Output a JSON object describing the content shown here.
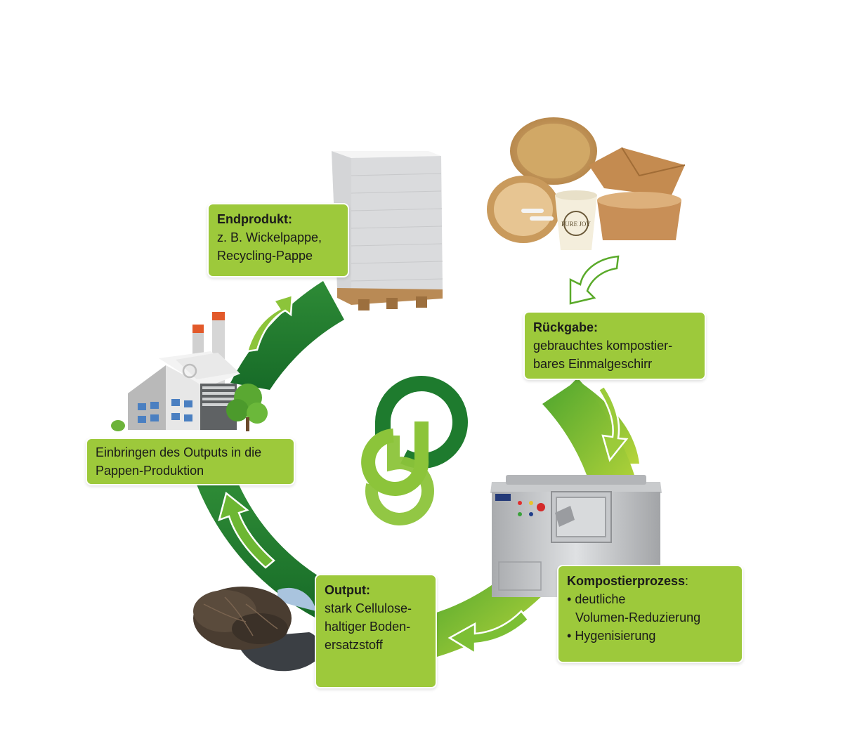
{
  "steps": {
    "rueckgabe": {
      "title": "Rückgabe:",
      "lines": [
        "gebrauchtes kompostier-",
        "bares Einmalgeschirr"
      ]
    },
    "kompost": {
      "title": "Kompostierprozess",
      "title_suffix": ":",
      "bullets": [
        "deutliche",
        "Volumen-Reduzierung",
        "Hygenisierung"
      ]
    },
    "output": {
      "title": "Output:",
      "lines": [
        "stark Cellulose-",
        "haltiger Boden-",
        "ersatzstoff"
      ]
    },
    "einbringen": {
      "lines": [
        "Einbringen des Outputs in die",
        "Pappen-Produktion"
      ]
    },
    "endprodukt": {
      "title": "Endprodukt:",
      "lines": [
        "z. B. Wickelpappe,",
        "Recycling-Pappe"
      ]
    }
  },
  "product_labels": {
    "cup_text": "PURE JOY"
  },
  "colors": {
    "dark_green": "#1e7b2e",
    "mid_green": "#3f9a2e",
    "light_green": "#9dc93b",
    "lime": "#b5d334"
  },
  "icons": [
    "logo-icon",
    "disposable-tableware-image",
    "composting-machine-image",
    "soil-in-hands-image",
    "factory-image",
    "paper-stack-image"
  ]
}
